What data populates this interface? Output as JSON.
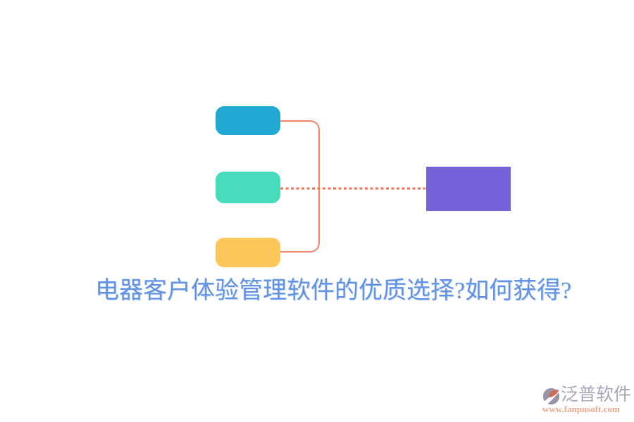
{
  "page": {
    "background_color": "#ffffff"
  },
  "diagram": {
    "type": "mindmap-flow",
    "source_nodes": [
      {
        "id": "node-top",
        "label": "",
        "color": "#21A9D4"
      },
      {
        "id": "node-middle",
        "label": "",
        "color": "#47DCBC"
      },
      {
        "id": "node-bottom",
        "label": "",
        "color": "#FDC75C"
      }
    ],
    "target_node": {
      "id": "node-target",
      "label": "",
      "color": "#7462D8"
    },
    "connectors": {
      "bracket_color": "#F0876C",
      "dotted_line_color": "#EF7257",
      "dotted_style": "dashed"
    }
  },
  "title": {
    "text": "电器客户体验管理软件的优质选择?如何获得?",
    "color": "#6192E3"
  },
  "watermark": {
    "brand": "泛普软件",
    "url": "www.fanpusoft.com",
    "brand_color": "#A9A6B8",
    "url_color": "#E9A78C",
    "logo_colors": {
      "body": "#9A92A6",
      "accent": "#CD6C55"
    }
  }
}
